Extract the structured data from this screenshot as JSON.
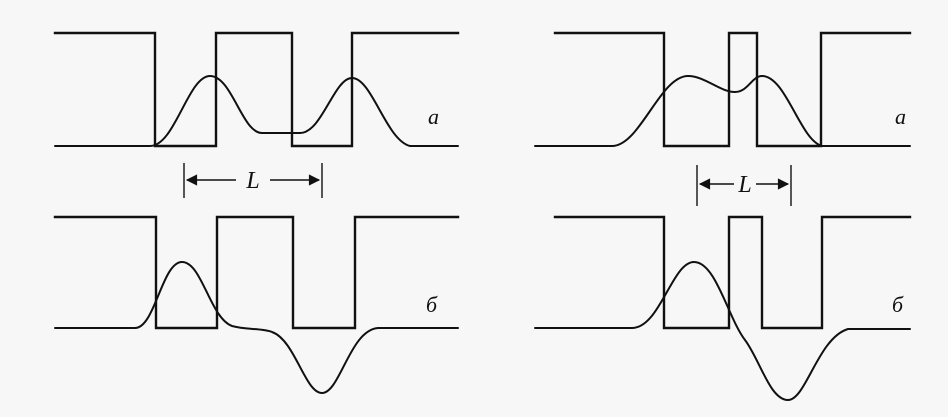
{
  "panels": {
    "top_left": {
      "label": "а"
    },
    "top_right": {
      "label": "а"
    },
    "bottom_left": {
      "label": "б"
    },
    "bottom_right": {
      "label": "б"
    }
  },
  "dimension": {
    "left": {
      "label": "L"
    },
    "right": {
      "label": "L"
    }
  },
  "colors": {
    "ink": "#111111",
    "paper": "#f7f7f7"
  }
}
